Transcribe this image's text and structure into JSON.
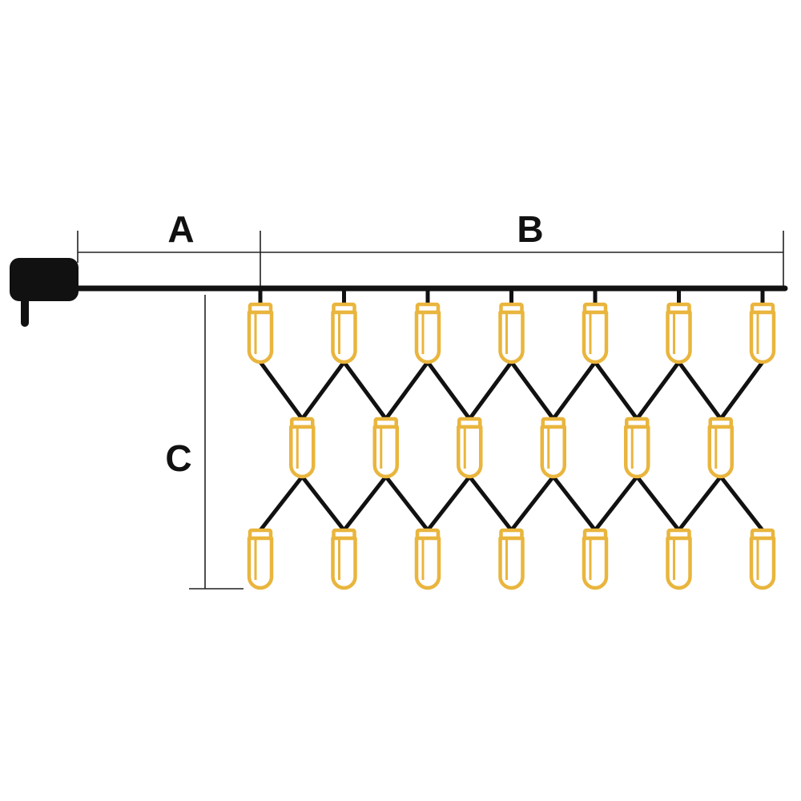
{
  "dimensions": {
    "a_label": "A",
    "b_label": "B",
    "c_label": "C"
  },
  "net_light": {
    "rows": [
      7,
      6,
      7
    ],
    "bulb_color": "#E9B53D",
    "wire_color": "#111111",
    "plug_color": "#111111",
    "dimension_line_color": "#222222"
  }
}
